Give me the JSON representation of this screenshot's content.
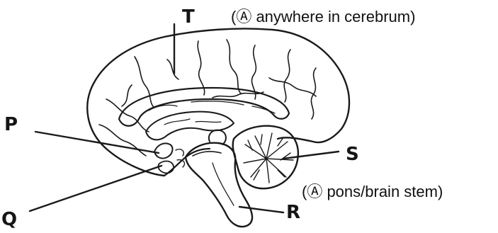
{
  "labels": {
    "t": "T",
    "p": "P",
    "q": "Q",
    "r": "R",
    "s": "S"
  },
  "notes": {
    "t": "(Ⓐ anywhere in cerebrum)",
    "r": "(Ⓐ pons/brain stem)"
  }
}
